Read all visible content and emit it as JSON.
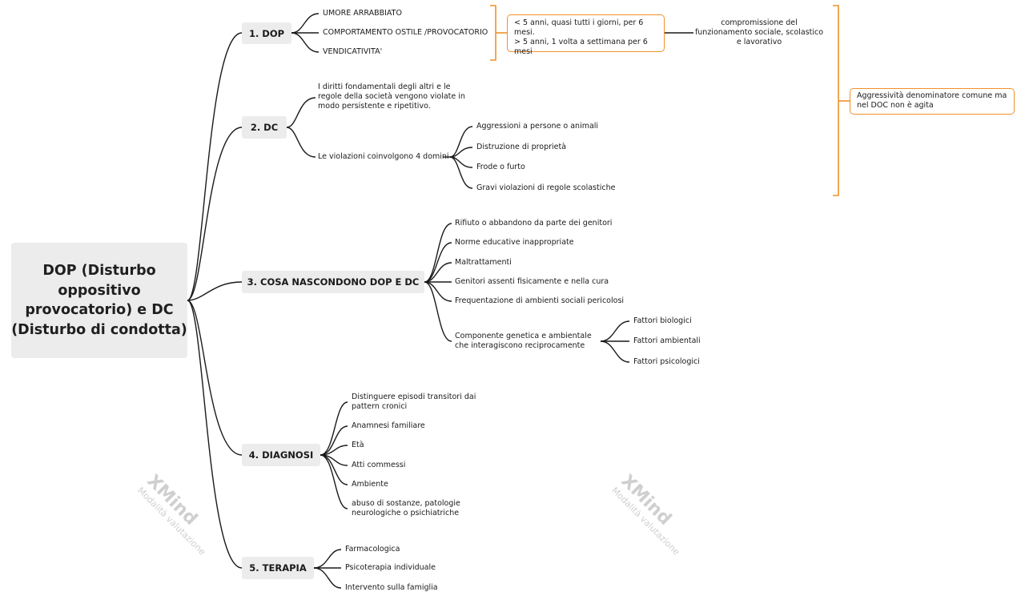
{
  "root": {
    "title": "DOP (Disturbo oppositivo provocatorio) e DC (Disturbo di condotta)"
  },
  "branches": {
    "dop": {
      "label": "1. DOP",
      "children": [
        "UMORE ARRABBIATO",
        "COMPORTAMENTO OSTILE /PROVOCATORIO",
        "VENDICATIVITA'"
      ],
      "summary": "< 5 anni, quasi tutti i giorni, per 6 mesi.\n> 5 anni, 1 volta a settimana per 6 mesi",
      "impact": "compromissione del funzionamento sociale, scolastico e lavorativo"
    },
    "dc": {
      "label": "2. DC",
      "child1": "I diritti fondamentali degli altri e le regole della società vengono violate in modo persistente e ripetitivo.",
      "child2": "Le violazioni coinvolgono 4 domini",
      "domains": [
        "Aggressioni a persone o animali",
        "Distruzione di proprietà",
        "Frode o furto",
        "Gravi violazioni di regole scolastiche"
      ]
    },
    "cause": {
      "label": "3. COSA NASCONDONO DOP E DC",
      "children": [
        "Rifiuto o abbandono da parte dei genitori",
        "Norme educative inappropriate",
        "Maltrattamenti",
        "Genitori assenti fisicamente e nella cura",
        "Frequentazione di ambienti sociali pericolosi",
        "Componente genetica e ambientale che interagiscono reciprocamente"
      ],
      "factors": [
        "Fattori biologici",
        "Fattori ambientali",
        "Fattori psicologici"
      ]
    },
    "diagnosi": {
      "label": "4. DIAGNOSI",
      "children": [
        "Distinguere episodi transitori dai pattern cronici",
        "Anamnesi familiare",
        "Età",
        "Atti commessi",
        "Ambiente",
        "abuso di sostanze, patologie neurologiche o psichiatriche"
      ]
    },
    "terapia": {
      "label": "5. TERAPIA",
      "children": [
        "Farmacologica",
        "Psicoterapia individuale",
        "Intervento sulla famiglia"
      ]
    }
  },
  "overall_summary": "Aggressività denominatore comune ma nel DOC non è agita",
  "watermark": {
    "brand": "XMind",
    "mode": "Modalità valutazione"
  },
  "colors": {
    "line": "#1a1a1a",
    "summary_bracket": "#f0912a",
    "node_bg": "#ececec"
  }
}
